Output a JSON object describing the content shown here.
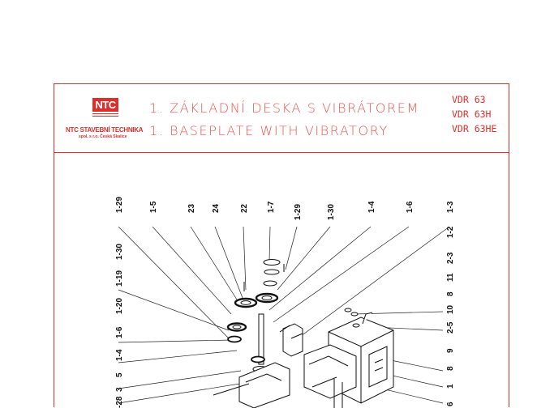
{
  "logo": {
    "text": "NTC"
  },
  "company": {
    "name": "NTC STAVEBNÍ TECHNIKA",
    "sub": "spol. s r.o.  Česká Skalice"
  },
  "title": {
    "cz": "1. ZÁKLADNÍ DESKA S VIBRÁTOREM",
    "en": "1. BASEPLATE WITH VIBRATORY"
  },
  "models": [
    "VDR 63",
    "VDR 63H",
    "VDR 63HE"
  ],
  "callouts": {
    "top": [
      "1-29",
      "1-5",
      "23",
      "24",
      "22",
      "1-7",
      "1-29",
      "1-30",
      "1-4",
      "1-6",
      "1-3"
    ],
    "left": [
      "1-30",
      "1-19",
      "1-20",
      "1-6",
      "1-4",
      "5",
      "3",
      "-28"
    ],
    "right": [
      "1-2",
      "2-3",
      "11",
      "8",
      "10",
      "2-5",
      "9",
      "8",
      "1",
      "6"
    ]
  }
}
